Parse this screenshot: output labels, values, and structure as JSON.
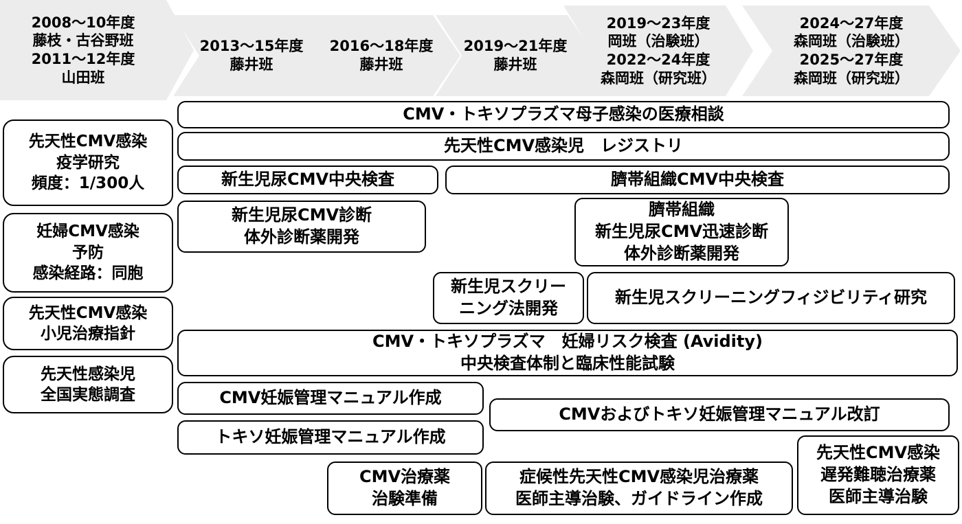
{
  "timeline": [
    {
      "lines": [
        "2008～10年度",
        "藤枝・古谷野班",
        "2011～12年度",
        "山田班"
      ]
    },
    {
      "lines": [
        "2013～15年度",
        "藤井班"
      ]
    },
    {
      "lines": [
        "2016～18年度",
        "藤井班"
      ]
    },
    {
      "lines": [
        "2019～21年度",
        "藤井班"
      ]
    },
    {
      "lines": [
        "2019～23年度",
        "岡班（治験班）",
        "2022～24年度",
        "森岡班（研究班）"
      ]
    },
    {
      "lines": [
        "2024～27年度",
        "森岡班（治験班）",
        "2025～27年度",
        "森岡班（研究班）"
      ]
    }
  ],
  "left_items": [
    {
      "lines": [
        "先天性CMV感染",
        "疫学研究",
        "頻度：1/300人"
      ]
    },
    {
      "lines": [
        "妊婦CMV感染",
        "予防",
        "感染経路：同胞"
      ]
    },
    {
      "lines": [
        "先天性CMV感染",
        "小児治療指針"
      ]
    },
    {
      "lines": [
        "先天性感染児",
        "全国実態調査"
      ]
    }
  ],
  "projects": {
    "consult": {
      "lines": [
        "CMV・トキソプラズマ母子感染の医療相談"
      ]
    },
    "registry": {
      "lines": [
        "先天性CMV感染児　レジストリ"
      ]
    },
    "urine_central": {
      "lines": [
        "新生児尿CMV中央検査"
      ]
    },
    "cord_central": {
      "lines": [
        "臍帯組織CMV中央検査"
      ]
    },
    "urine_ivd": {
      "lines": [
        "新生児尿CMV診断",
        "体外診断薬開発"
      ]
    },
    "cord_rapid": {
      "lines": [
        "臍帯組織",
        "新生児尿CMV迅速診断",
        "体外診断薬開発"
      ]
    },
    "screening_method": {
      "lines": [
        "新生児スクリー",
        "ニング法開発"
      ]
    },
    "screening_feasibility": {
      "lines": [
        "新生児スクリーニングフィジビリティ研究"
      ]
    },
    "avidity": {
      "lines": [
        "CMV・トキソプラズマ　妊婦リスク検査 (Avidity)",
        "中央検査体制と臨床性能試験"
      ]
    },
    "cmv_manual": {
      "lines": [
        "CMV妊娠管理マニュアル作成"
      ]
    },
    "toxo_manual": {
      "lines": [
        "トキソ妊娠管理マニュアル作成"
      ]
    },
    "manual_revision": {
      "lines": [
        "CMVおよびトキソ妊娠管理マニュアル改訂"
      ]
    },
    "drug_trial_prep": {
      "lines": [
        "CMV治療薬",
        "治験準備"
      ]
    },
    "symptomatic_trial": {
      "lines": [
        "症候性先天性CMV感染児治療薬",
        "医師主導治験、ガイドライン作成"
      ]
    },
    "late_onset_trial": {
      "lines": [
        "先天性CMV感染",
        "遅発難聴治療薬",
        "医師主導治験"
      ]
    }
  }
}
